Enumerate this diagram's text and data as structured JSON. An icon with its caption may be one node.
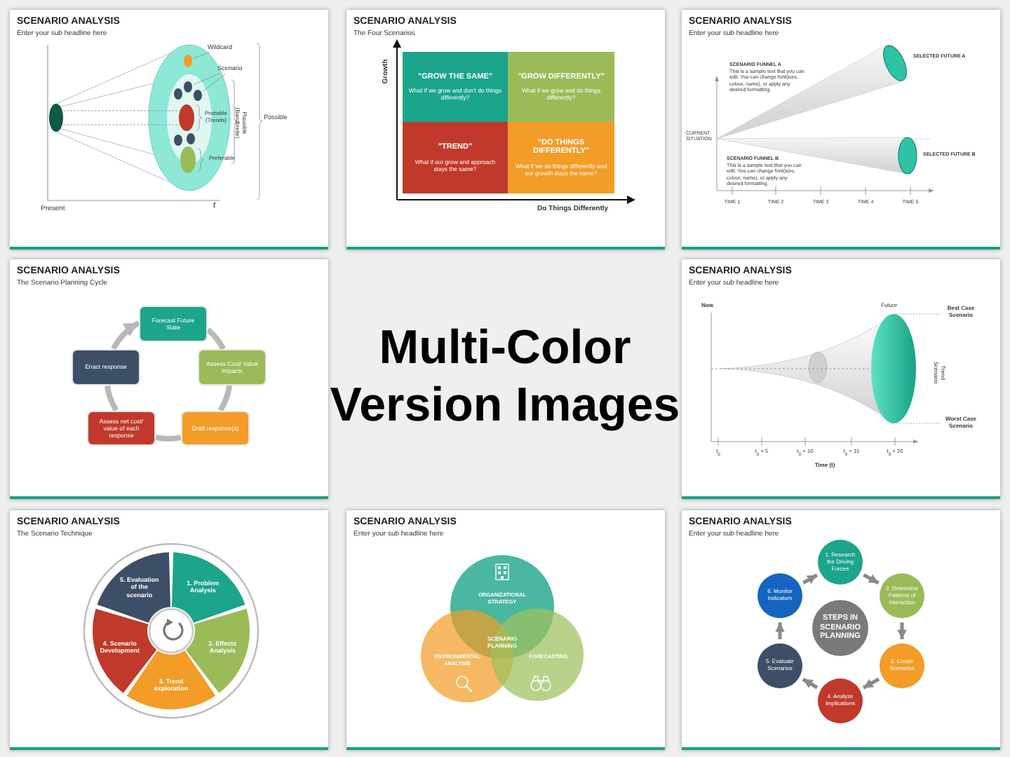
{
  "diagram": {
    "nodes": [
      {
        "text": [
          "SCENARIO ANALYSIS",
          "Enter your sub headline here"
        ]
      },
      {
        "text": [
          "Wildcard"
        ],
        "in": 0
      },
      {
        "text": [],
        "shape": "circle",
        "in": 0
      },
      {
        "text": [
          "Scenario"
        ],
        "in": 0
      },
      {
        "text": [],
        "shape": "circle",
        "in": 0
      },
      {
        "text": [],
        "shape": "circle",
        "in": 0
      },
      {
        "text": [
          "SCENARIO ANALYSIS",
          "The Four Scenarios"
        ]
      },
      {
        "text": [
          "\"GROW THE SAME\"",
          "What if we grow and don't do things differently?"
        ],
        "in": 6
      },
      {
        "text": [
          "\"GROW DIFFERENTLY\"",
          "What if we grow and do things differently?"
        ],
        "in": 6
      },
      {
        "text": [
          "\"TREND\"",
          "What if our grow and approach stays the same?"
        ],
        "in": 6
      },
      {
        "text": [
          "\"DO THINGS DIFFERENTLY\"",
          "What if we do things differently and our growth stays the same?"
        ],
        "in": 6
      },
      {
        "text": [
          "SCENARIO ANALYSIS",
          "Enter your sub headline here"
        ]
      },
      {
        "text": [
          "SCENARIO ANALYSIS",
          "The Scenario Planning Cycle"
        ]
      },
      {
        "text": [
          "Forecast Future State"
        ],
        "in": 12
      },
      {
        "text": [
          "Assess Cost/ Value Impacts"
        ],
        "in": 12
      },
      {
        "text": [
          "Draft response(s)"
        ],
        "in": 12
      },
      {
        "text": [
          "Assess net cost/ value of each response"
        ],
        "in": 12
      },
      {
        "text": [
          "Enact response"
        ],
        "in": 12
      },
      {
        "text": [
          "SCENARIO ANALYSIS",
          "Enter your sub headline here"
        ]
      },
      {
        "text": [
          "SCENARIO ANALYSIS",
          "The Scenario Technique"
        ]
      },
      {
        "text": [
          "1. Problem Analysis"
        ],
        "in": 19
      },
      {
        "text": [
          "2. Effects Analysis"
        ],
        "in": 19
      },
      {
        "text": [
          "3. Trend exploration"
        ],
        "in": 19
      },
      {
        "text": [
          "4. Scenario Development"
        ],
        "in": 19
      },
      {
        "text": [
          "5. Evaluation of the scenario"
        ],
        "in": 19
      },
      {
        "text": [
          "SCENARIO ANALYSIS",
          "Enter your sub headline here"
        ]
      },
      {
        "text": [
          "ORGANIZATIONAL STRATEGY"
        ],
        "in": 25
      },
      {
        "text": [
          "ENVIRONMENTAL ANALYSIS"
        ],
        "in": 25
      },
      {
        "text": [
          "FORECASTING"
        ],
        "in": 25
      },
      {
        "text": [
          "SCENARIO ANALYSIS",
          "Enter your sub headline here"
        ]
      },
      {
        "text": [
          "1. Research the Driving Forces"
        ],
        "in": 29
      },
      {
        "text": [
          "2. Determine Patterns of Interaction"
        ],
        "in": 29
      },
      {
        "text": [
          "3. Create Scenarios"
        ],
        "in": 29
      },
      {
        "text": [
          "4. Analyze Implications"
        ],
        "in": 29
      },
      {
        "text": [
          "5. Evaluate Scenarios"
        ],
        "in": 29
      },
      {
        "text": [
          "6. Monitor Indicators"
        ],
        "in": 29
      },
      {
        "text": [
          "STEPS IN SCENARIO PLANNING"
        ],
        "in": 29
      }
    ],
    "edges": [
      {
        "from": 1,
        "to": 2,
        "arrow": "none"
      },
      {
        "from": 3,
        "to": 4,
        "arrow": "none"
      },
      {
        "from": 3,
        "to": 5,
        "arrow": "none"
      },
      {
        "from": 13,
        "to": 14,
        "arrow": "none"
      },
      {
        "from": 14,
        "to": 15,
        "arrow": "none"
      },
      {
        "from": 15,
        "to": 16,
        "arrow": "none"
      },
      {
        "from": 16,
        "to": 17,
        "arrow": "none"
      },
      {
        "from": 17,
        "to": 13,
        "arrow": "to"
      },
      {
        "from": 30,
        "to": 31,
        "arrow": "to"
      },
      {
        "from": 31,
        "to": 32,
        "arrow": "to"
      },
      {
        "from": 32,
        "to": 33,
        "arrow": "to"
      },
      {
        "from": 33,
        "to": 34,
        "arrow": "to"
      },
      {
        "from": 34,
        "to": 35,
        "arrow": "to"
      },
      {
        "from": 35,
        "to": 30,
        "arrow": "to"
      }
    ],
    "labels": [
      "Probable (Trends)",
      "Preferable",
      "Plausible (Bandbreite)",
      "Possible",
      "Present",
      "t",
      "Growth",
      "Do Things Differently",
      "SCENARIO FUNNEL A",
      "This is a sample text that you can edit. You can change font(size, colour, name), or apply any desired formatting.",
      "CURRENT SITUATION",
      "SELECTED FUTURE A",
      "SCENARIO FUNNEL B",
      "This is a sample text that you can edit. You can change font(size, colour, name), or apply any desired formatting.",
      "SELECTED FUTURE B",
      "TIME 1",
      "TIME 2",
      "TIME 3",
      "TIME 4",
      "TIME 5",
      "Multi-Color Version Images",
      "Now",
      "Future",
      "Best Case Scenario",
      "Trend Scenario",
      "Worst Case Scenario",
      "t$_{0}$",
      "t$_{0}$ + 5",
      "t$_{0}$ + 10",
      "t$_{0}$ + 15",
      "t$_{0}$ + 20",
      "Time (t)",
      "SCENARIO PLANNING"
    ]
  }
}
